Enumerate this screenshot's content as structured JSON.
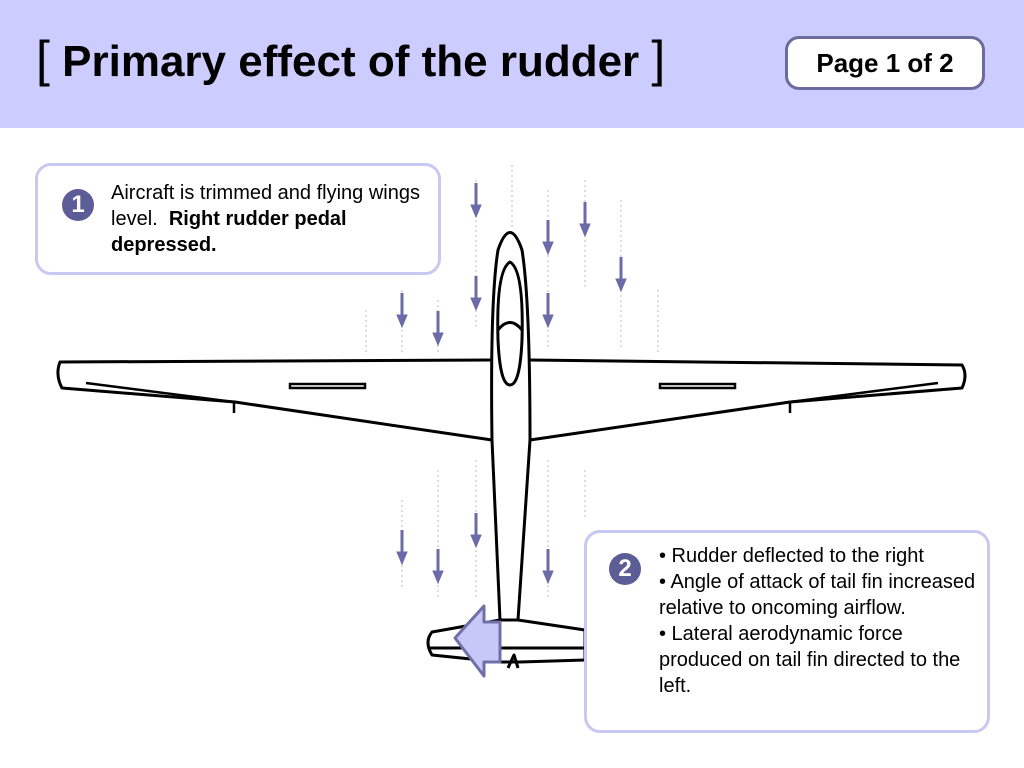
{
  "header": {
    "title_open": "[",
    "title": "Primary effect of the rudder",
    "title_close": "]",
    "page_indicator": "Page 1 of 2"
  },
  "step1": {
    "number": "1",
    "text_normal": "Aircraft is trimmed and flying wings level.",
    "text_bold": "Right rudder pedal depressed."
  },
  "step2": {
    "number": "2",
    "bullets": [
      "• Rudder deflected to the right",
      "• Angle of attack of tail fin increased relative to oncoming airflow.",
      "• Lateral aerodynamic force produced on tail fin directed to the left."
    ]
  },
  "colors": {
    "header_bg": "#ccccff",
    "airflow_arrow": "#6b6ba8",
    "force_arrow_fill": "#c8c8f8",
    "box_border": "#c8c8f2"
  }
}
